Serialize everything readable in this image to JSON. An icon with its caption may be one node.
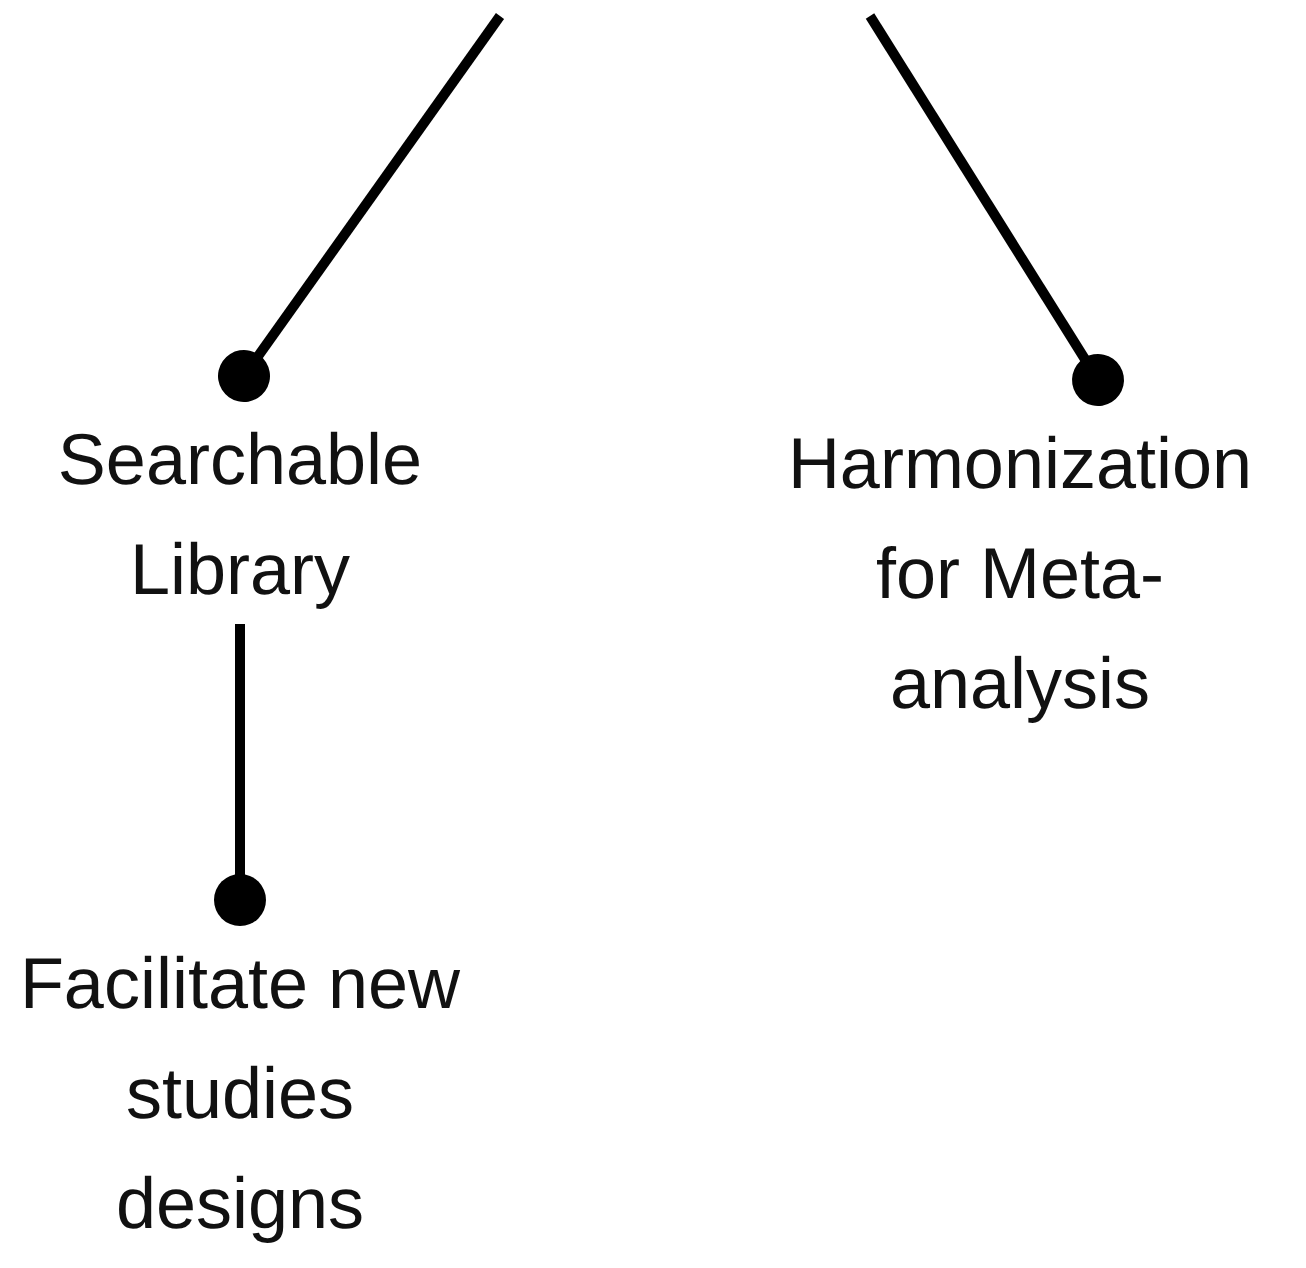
{
  "diagram": {
    "nodes": [
      {
        "text": [
          "Searchable Library"
        ]
      },
      {
        "text": [
          "Harmonization for Meta-analysis"
        ]
      },
      {
        "text": [
          "Facilitate new studies designs"
        ]
      }
    ],
    "edges": [
      {
        "from": null,
        "to": 0,
        "arrow": "other"
      },
      {
        "from": null,
        "to": 1,
        "arrow": "other"
      },
      {
        "from": 0,
        "to": 2,
        "arrow": "other"
      }
    ]
  }
}
